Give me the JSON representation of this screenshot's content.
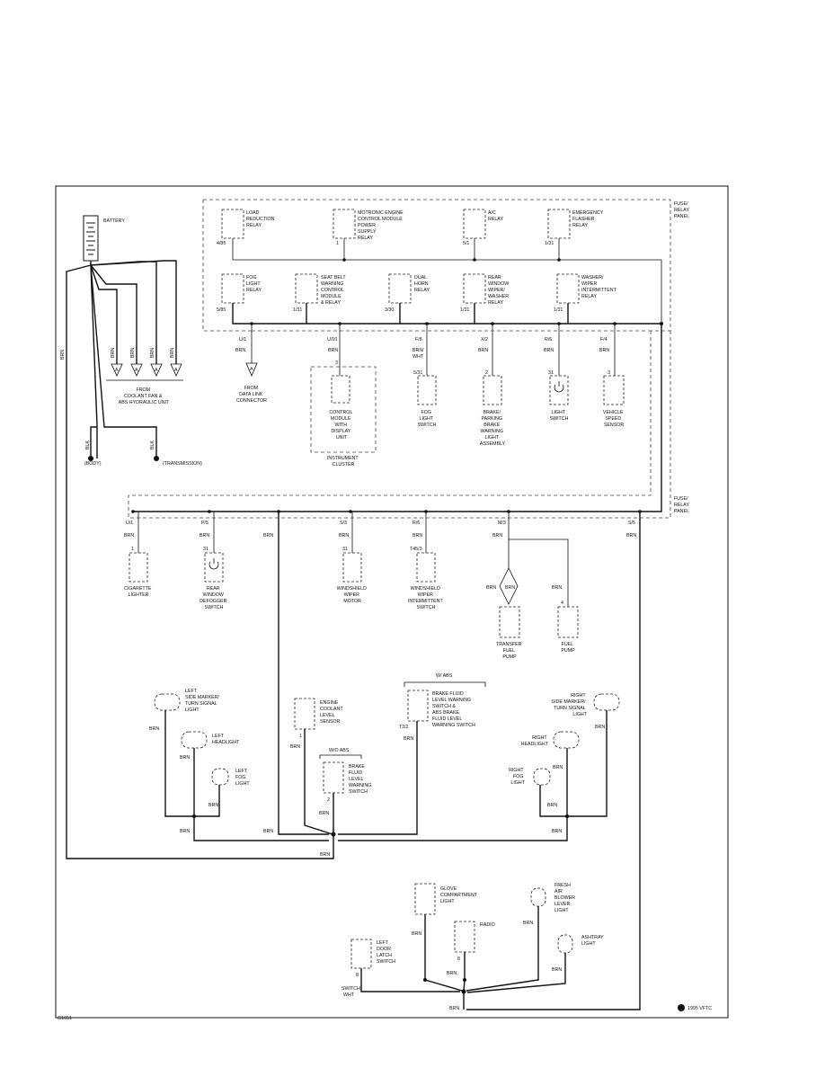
{
  "figure_code": "G1651",
  "copyright": "1995 VFTC",
  "panel_label": [
    "FUSE/",
    "RELAY",
    "PANEL"
  ],
  "battery": {
    "label": "BATTERY"
  },
  "wire_colors": {
    "brn": "BRN",
    "brn_wht": [
      "BRN/",
      "WHT"
    ],
    "switch_wht": [
      "SWITCH",
      "WHT"
    ]
  },
  "ground_wire": "BLK",
  "grounds": {
    "body": "(BODY)",
    "transmission": "(TRANSMISSION)",
    "ground_letter": "A"
  },
  "coolant_fan": {
    "lines": [
      "FROM",
      "COOLANT FAN &",
      "ABS HYDRAULIC UNIT"
    ]
  },
  "relays_top": [
    {
      "name": "load-reduction-relay",
      "lines": [
        "LOAD",
        "REDUCTION",
        "RELAY"
      ],
      "pin": "4/85"
    },
    {
      "name": "motronic-power-supply-relay",
      "lines": [
        "MOTRONIC ENGINE",
        "CONTROL MODULE",
        "POWER",
        "SUPPLY",
        "RELAY"
      ],
      "pin": "1"
    },
    {
      "name": "ac-relay",
      "lines": [
        "A/C",
        "RELAY"
      ],
      "pin": "5/1"
    },
    {
      "name": "emergency-flasher-relay",
      "lines": [
        "EMERGENCY",
        "FLASHER",
        "RELAY"
      ],
      "pin": "1/31"
    }
  ],
  "relays_mid": [
    {
      "name": "fog-light-relay",
      "lines": [
        "FOG",
        "LIGHT",
        "RELAY"
      ],
      "pin": "5/85"
    },
    {
      "name": "seat-belt-relay",
      "lines": [
        "SEAT BELT",
        "WARNING",
        "CONTROL",
        "MODULE",
        "& RELAY"
      ],
      "pin": "1/31"
    },
    {
      "name": "dual-horn-relay",
      "lines": [
        "DUAL",
        "HORN",
        "RELAY"
      ],
      "pin": "3/30"
    },
    {
      "name": "rear-washer-relay",
      "lines": [
        "REAR",
        "WINDOW",
        "WIPER/",
        "WASHER",
        "RELAY"
      ],
      "pin": "1/31"
    },
    {
      "name": "washer-wiper-relay",
      "lines": [
        "WASHER/",
        "WIPER",
        "INTERMITTENT",
        "RELAY"
      ],
      "pin": "1/31"
    }
  ],
  "row1": [
    {
      "name": "data-link",
      "conn": "U/1",
      "wire": "BRN",
      "pin": "",
      "lines": [
        "FROM",
        "DATA LINK",
        "CONNECTOR"
      ]
    },
    {
      "name": "control-module-display",
      "conn": "U/10",
      "wire": "BRN",
      "pin": "3",
      "lines": [
        "CONTROL",
        "MODULE",
        "WITH",
        "DISPLAY",
        "UNIT"
      ]
    },
    {
      "name": "fog-light-switch",
      "conn": "F/8",
      "wire": "BRN/ WHT",
      "pin": "5/31",
      "lines": [
        "FOG",
        "LIGHT",
        "SWITCH"
      ]
    },
    {
      "name": "brake-warning-light",
      "conn": "X/2",
      "wire": "BRN",
      "pin": "2",
      "lines": [
        "BRAKE/",
        "PARKING",
        "BRAKE",
        "WARNING",
        "LIGHT",
        "ASSEMBLY"
      ]
    },
    {
      "name": "light-switch",
      "conn": "R/6",
      "wire": "BRN",
      "pin": "31",
      "lines": [
        "LIGHT",
        "SWITCH"
      ]
    },
    {
      "name": "vehicle-speed-sensor",
      "conn": "F/4",
      "wire": "BRN",
      "pin": "3",
      "lines": [
        "VEHICLE",
        "SPEED",
        "SENSOR"
      ]
    }
  ],
  "instrument_cluster": [
    "INSTRUMENT",
    "CLUSTER"
  ],
  "row2": [
    {
      "name": "cigarette-lighter",
      "conn": "U/1",
      "wire": "BRN",
      "pin": "1",
      "lines": [
        "CIGARETTE",
        "LIGHTER"
      ]
    },
    {
      "name": "rear-defogger-switch",
      "conn": "P/5",
      "wire": "BRN",
      "pin": "31",
      "lines": [
        "REAR",
        "WINDOW",
        "DEFOGGER",
        "SWITCH"
      ]
    },
    {
      "name": "windshield-wiper-motor",
      "conn": "S/3",
      "wire": "BRN",
      "pin": "31",
      "lines": [
        "WINDSHIELD",
        "WIPER",
        "MOTOR"
      ]
    },
    {
      "name": "windshield-intermittent-switch",
      "conn": "R/6",
      "wire": "BRN",
      "pin": "T45/3",
      "lines": [
        "WINDSHIELD",
        "WIPER",
        "INTERMITTENT",
        "SWITCH"
      ]
    },
    {
      "name": "transfer-fuel-pump",
      "conn": "M/3",
      "wire": "BRN",
      "pin": "",
      "lines": [
        "TRANSFER",
        "FUEL",
        "PUMP"
      ]
    },
    {
      "name": "fuel-pump",
      "conn": "",
      "wire": "BRN",
      "pin": "4",
      "lines": [
        "FUEL",
        "PUMP"
      ]
    },
    {
      "name": "right-drop",
      "conn": "S/5",
      "wire": "BRN",
      "pin": "",
      "lines": []
    }
  ],
  "w_abs": "W/ ABS",
  "wo_abs": "W/O ABS",
  "left_marker": [
    "LEFT",
    "SIDE MARKER/",
    "TURN SIGNAL",
    "LIGHT"
  ],
  "left_headlight": [
    "LEFT",
    "HEADLIGHT"
  ],
  "left_fog": [
    "LEFT",
    "FOG",
    "LIGHT"
  ],
  "coolant_sensor": [
    "ENGINE",
    "COOLANT",
    "LEVEL",
    "SENSOR"
  ],
  "brake_fluid_switch": [
    "BRAKE",
    "FLUID",
    "LEVEL",
    "WARNING",
    "SWITCH"
  ],
  "brake_fluid_abs": [
    "BRAKE FLUID",
    "LEVEL WARNING",
    "SWITCH &",
    "ABS BRAKE",
    "FLUID LEVEL",
    "WARNING SWITCH"
  ],
  "abs_pin": "T2/2",
  "right_marker": [
    "RIGHT",
    "SIDE MARKER/",
    "TURN SIGNAL",
    "LIGHT"
  ],
  "right_headlight": [
    "RIGHT",
    "HEADLIGHT"
  ],
  "right_fog": [
    "RIGHT",
    "FOG",
    "LIGHT"
  ],
  "glovebox": [
    "GLOVE",
    "COMPARTMENT",
    "LIGHT"
  ],
  "radio": [
    "RADIO"
  ],
  "fresh_air": [
    "FRESH",
    "AIR",
    "BLOWER",
    "LEVER",
    "LIGHT"
  ],
  "ashtray": [
    "ASHTRAY",
    "LIGHT"
  ],
  "door_switch": [
    "LEFT",
    "DOOR",
    "LATCH",
    "SWITCH"
  ],
  "pins": {
    "p1": "1",
    "p2": "2",
    "p8": "8"
  }
}
